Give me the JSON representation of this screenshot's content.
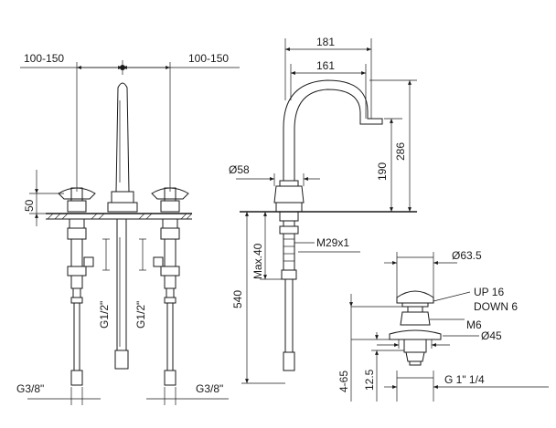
{
  "labels": {
    "left_span_left": "100-150",
    "left_span_right": "100-150",
    "handle_height": "50",
    "g12_left": "G1/2\"",
    "g12_right": "G1/2\"",
    "g38_left": "G3/8\"",
    "g38_right": "G3/8\"",
    "reach_outer": "181",
    "reach_inner": "161",
    "spout_height_total": "286",
    "spout_height_outlet": "190",
    "base_diameter": "Ø58",
    "thread": "M29x1",
    "max_thickness": "Max.40",
    "hose_length": "540",
    "pop_diameter": "Ø63.5",
    "up_travel": "UP 16",
    "down_travel": "DOWN 6",
    "pop_thread": "M6",
    "flange_diameter": "Ø45",
    "drain_thread": "G 1\" 1/4",
    "drain_range": "4-65",
    "drain_depth": "12.5"
  }
}
